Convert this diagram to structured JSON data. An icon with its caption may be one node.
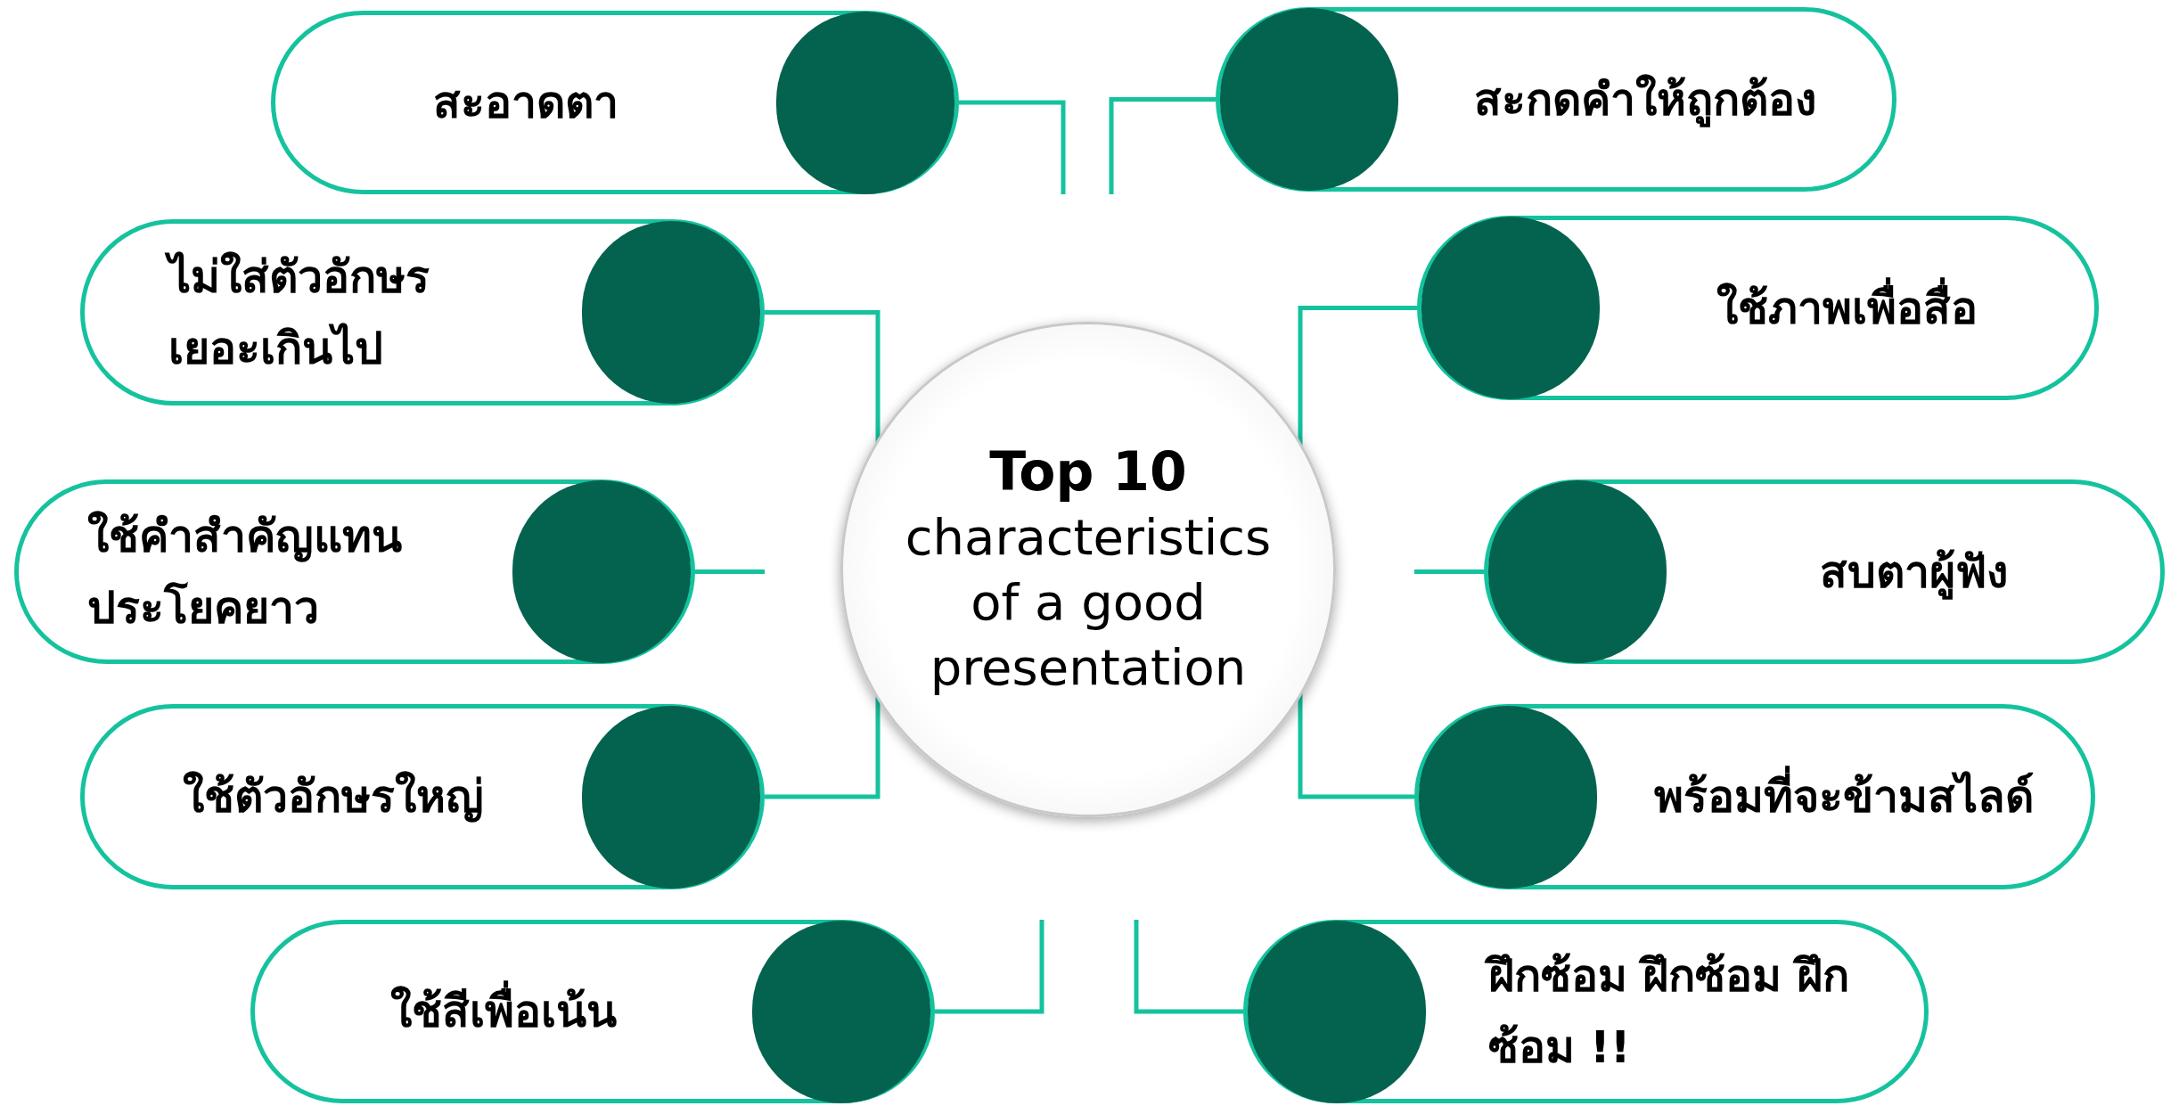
{
  "diagram": {
    "nodes": [
      {
        "text": [
          "Top 10",
          "characteristics of a good presentation"
        ]
      },
      {
        "text": [
          "สะอาดตา"
        ]
      },
      {
        "text": [
          "สะกดคำให้ถูกต้อง"
        ]
      },
      {
        "text": [
          "ไม่ใส่ตัวอักษรเยอะเกินไป"
        ]
      },
      {
        "text": [
          "ใช้ภาพเพื่อสื่อ"
        ]
      },
      {
        "text": [
          "ใช้คำสำคัญแทนประโยคยาว"
        ]
      },
      {
        "text": [
          "สบตาผู้ฟัง"
        ]
      },
      {
        "text": [
          "ใช้ตัวอักษรใหญ่"
        ]
      },
      {
        "text": [
          "พร้อมที่จะข้ามสไลด์"
        ]
      },
      {
        "text": [
          "ใช้สีเพื่อเน้น"
        ]
      },
      {
        "text": [
          "ฝึกซ้อม ฝึกซ้อม ฝึกซ้อม !!"
        ]
      }
    ],
    "edges": [
      {
        "from": 1,
        "to": null,
        "arrow": "none"
      },
      {
        "from": 2,
        "to": null,
        "arrow": "none"
      },
      {
        "from": 3,
        "to": 0,
        "arrow": "none"
      },
      {
        "from": 4,
        "to": 0,
        "arrow": "none"
      },
      {
        "from": 5,
        "to": null,
        "arrow": "none"
      },
      {
        "from": 6,
        "to": null,
        "arrow": "none"
      },
      {
        "from": 7,
        "to": 0,
        "arrow": "none"
      },
      {
        "from": 8,
        "to": 0,
        "arrow": "none"
      },
      {
        "from": 9,
        "to": null,
        "arrow": "none"
      },
      {
        "from": 10,
        "to": null,
        "arrow": "none"
      }
    ]
  }
}
